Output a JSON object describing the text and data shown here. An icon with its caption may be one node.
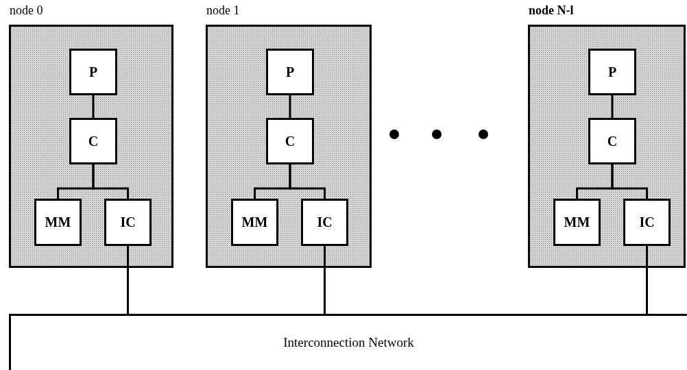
{
  "diagram": {
    "nodes": [
      {
        "text": [
          "node 0"
        ]
      },
      {
        "text": [
          "P"
        ],
        "in": 0
      },
      {
        "text": [
          "C"
        ],
        "in": 0
      },
      {
        "text": [
          "MM"
        ],
        "in": 0
      },
      {
        "text": [
          "IC"
        ],
        "in": 0
      },
      {
        "text": [
          "node 1"
        ]
      },
      {
        "text": [
          "P"
        ],
        "in": 5
      },
      {
        "text": [
          "C"
        ],
        "in": 5
      },
      {
        "text": [
          "MM"
        ],
        "in": 5
      },
      {
        "text": [
          "IC"
        ],
        "in": 5
      },
      {
        "text": [
          "node N-l"
        ]
      },
      {
        "text": [
          "P"
        ],
        "in": 10
      },
      {
        "text": [
          "C"
        ],
        "in": 10
      },
      {
        "text": [
          "MM"
        ],
        "in": 10
      },
      {
        "text": [
          "IC"
        ],
        "in": 10
      },
      {
        "text": [
          "Interconnection Network"
        ]
      }
    ],
    "edges": [
      {
        "from": 1,
        "to": 2,
        "arrow": "none"
      },
      {
        "from": 2,
        "to": 3,
        "arrow": "none"
      },
      {
        "from": 2,
        "to": 4,
        "arrow": "none"
      },
      {
        "from": 6,
        "to": 7,
        "arrow": "none"
      },
      {
        "from": 7,
        "to": 8,
        "arrow": "none"
      },
      {
        "from": 7,
        "to": 9,
        "arrow": "none"
      },
      {
        "from": 11,
        "to": 12,
        "arrow": "none"
      },
      {
        "from": 12,
        "to": 13,
        "arrow": "none"
      },
      {
        "from": 12,
        "to": 14,
        "arrow": "none"
      },
      {
        "from": 4,
        "to": 15,
        "arrow": "none"
      },
      {
        "from": 9,
        "to": 15,
        "arrow": "none"
      },
      {
        "from": 14,
        "to": 15,
        "arrow": "none"
      }
    ]
  }
}
